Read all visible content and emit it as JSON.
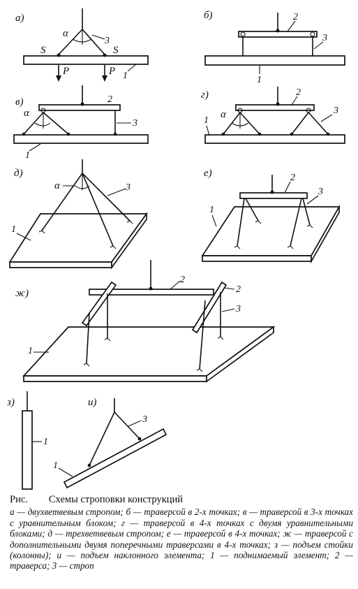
{
  "labels": {
    "a": "а)",
    "b": "б)",
    "v": "в)",
    "g": "г)",
    "d": "д)",
    "e": "е)",
    "zh": "ж)",
    "z": "з)",
    "i": "и)"
  },
  "symbols": {
    "alpha": "α",
    "s": "S",
    "p": "P"
  },
  "numbers": {
    "n1": "1",
    "n2": "2",
    "n3": "3"
  },
  "caption": {
    "prefix": "Рис.",
    "title": "Схемы строповки конструкций",
    "text": "а — двухветвевым стропом; б — траверсой в 2-х точках; в — траверсой в 3-х точках с уравнительным блоком; г — траверсой в 4-х точках с двумя уравнительными блоками; д — трехветвевым стропом; е — траверсой в 4-х точках; ж — траверсой с дополнительными двумя поперечными траверсами в 4-х точках; з — подъем стойки (колонны); и — подъем наклонного элемента; 1 — поднимаемый элемент; 2 — траверса; 3 — строп"
  }
}
